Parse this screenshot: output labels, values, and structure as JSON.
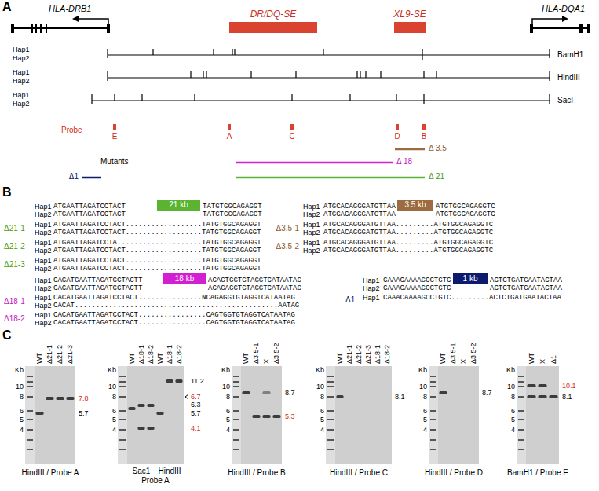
{
  "diagram": {
    "nodes": [
      {
        "text": [
          "DR/DQ-SE"
        ]
      },
      {
        "text": [
          "XL9-SE"
        ]
      },
      {
        "text": [
          "21 kb"
        ]
      },
      {
        "text": [
          "3.5 kb"
        ]
      },
      {
        "text": [
          "18 kb"
        ]
      },
      {
        "text": [
          "1 kb"
        ]
      }
    ],
    "labels": [
      "A",
      "HLA-DRB1",
      "HLA-DQA1",
      "Hap1",
      "Hap2",
      "BamH1",
      "Hap1",
      "Hap2",
      "HindIII",
      "Hap1",
      "Hap2",
      "SacI",
      "Probe",
      "E",
      "A",
      "C",
      "D",
      "B",
      "Δ 3.5",
      "Mutants",
      "Δ 18",
      "Δ1",
      "Δ 21",
      "B",
      "Hap1",
      "ATGAATTAGATCCTACT",
      "TATGTGGCAGAGGT",
      "Hap2",
      "ATGAATTAGATCCTACT",
      "TATGTGGCAGAGGT",
      "Δ21-1",
      "Hap1",
      "ATGAATTAGATCCTACT..................TATGTGGCAGAGGT",
      "Hap2",
      "ATGAATTAGATCCTACT..................TATGTGGCAGAGGT",
      "Δ21-2",
      "Hap1",
      "ATGAATTAGATCCTA....................TATGTGGCAGAGGT",
      "Hap2",
      "ATGAATTAGATCCTACT..................TATGTGGCAGAGGT",
      "Δ21-3",
      "Hap1",
      "ATGAATTAGATCCTACT..................TATGTGGCAGAGGT",
      "Hap2",
      "ATGAATTAGATCCTACT..................TATGTGGCAGAGGT",
      "Hap1",
      "ATGCACAGGGATGTTAA",
      "ATGTGGCAGAGGTC",
      "Hap2",
      "ATGCACAGGGATGTTAA",
      "ATGTGGCAGAGGTC",
      "Δ3.5-1",
      "Hap1",
      "ATGCACAGGGATGTTAA.........ATGTGGCAGAGGTC",
      "Hap2",
      "ATGCACAGGGATGTTAA.........ATGTGGCAGAGGTC",
      "Δ3.5-2",
      "Hap1",
      "ATGCACAGGGATGTTAA.........ATGTGGCAGAGGTC",
      "Hap2",
      "ATGCACAGGGATGTTAA.........ATGTGGCAGAGGTC",
      "Hap1",
      "CACATGAATTAGATCCTACTT",
      "ACAGTGGTGTAGGTCATAATAG",
      "Hap2",
      "CACATGAATTAGATCCTACTT",
      "ACAGAGGTGTAGGTCATAATAG",
      "Δ18-1",
      "Hap1",
      "CACATGAATTAGATCCTACT...............NCAGAGGTGTAGGTCATAATAG",
      "Hap2",
      "CACAT................................................AATAG",
      "Δ18-2",
      "Hap1",
      "CACATGAATTAGATCCTACT................CAGTGGTGTAGGTCATAATAG",
      "Hap2",
      "CACATGAATTAGATCCTACT................CAGTGGTGTAGGTCATAATAG",
      "Hap1",
      "CAAACAAAAGCCTGTC",
      "ACTCTGATGAATACTAA",
      "Hap2",
      "CAAACAAAAGCCTGTC",
      "ACTCTGATGAATACTAA",
      "Δ1",
      "Hap1",
      "CAAACAAAAGCCTGTC.........ACTCTGATGAATACTAA",
      "C",
      "Kb",
      "10",
      "8",
      "6",
      "5",
      "4",
      "WT",
      "Δ21-1",
      "Δ21-2",
      "Δ21-3",
      "7.8",
      "5.7",
      "HindIII / Probe A",
      "Kb",
      "10",
      "8",
      "6",
      "5",
      "4",
      "WT",
      "Δ18-1",
      "Δ18-2",
      "WT",
      "Δ18-1",
      "Δ18-2",
      "11.2",
      "6.7",
      "6.3",
      "5.7",
      "4.1",
      "Sac1",
      "HindIII",
      "Probe A",
      "Kb",
      "10",
      "8",
      "6",
      "5",
      "4",
      "WT",
      "Δ3.5-1",
      "X",
      "Δ3.5-2",
      "8.7",
      "5.3",
      "HindIII / Probe B",
      "Kb",
      "10",
      "8",
      "6",
      "5",
      "4",
      "WT",
      "Δ21-1",
      "Δ21-2",
      "Δ21-3",
      "Δ18-1",
      "Δ18-2",
      "8.1",
      "HindIII / Probe C",
      "Kb",
      "10",
      "8",
      "6",
      "5",
      "4",
      "WT",
      "Δ3.5-1",
      "X",
      "Δ3.5-2",
      "8.7",
      "HindIII / Probe D",
      "Kb",
      "10",
      "8",
      "6",
      "5",
      "4",
      "WT",
      "X",
      "Δ1",
      "10.1",
      "8.1",
      "BamH1 / Probe E"
    ]
  }
}
